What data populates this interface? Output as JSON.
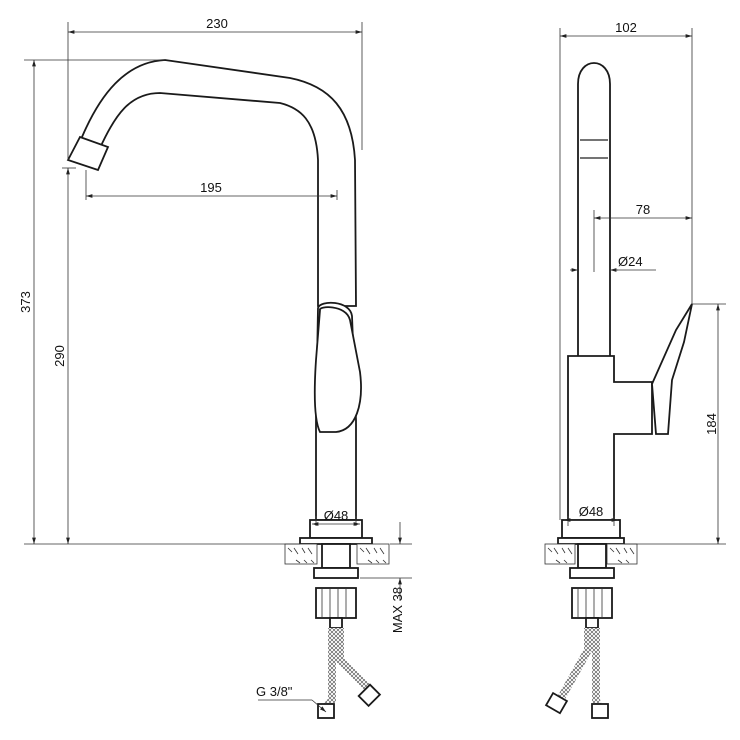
{
  "dimensions": {
    "front": {
      "overall_reach": "230",
      "spout_reach": "195",
      "overall_height": "373",
      "spout_height": "290",
      "base_diameter": "Ø48",
      "max_mount": "MAX 38",
      "thread": "G 3/8\""
    },
    "side": {
      "depth": "102",
      "lever_reach": "78",
      "spout_diameter": "Ø24",
      "lever_height": "184",
      "base_diameter": "Ø48"
    }
  }
}
